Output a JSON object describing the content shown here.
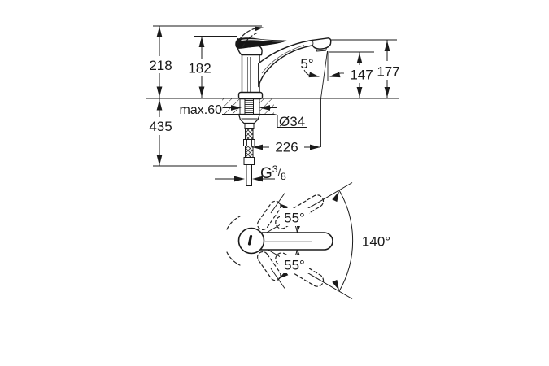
{
  "drawing": {
    "side_view": {
      "labels": {
        "total_height": "218",
        "handle_height": "182",
        "mounting_max": "max.60",
        "hole_diameter": "Ø34",
        "below_counter": "435",
        "projection": "226",
        "stream_angle": "5°",
        "outlet_height": "147",
        "spout_height": "177",
        "thread_g": "G",
        "thread_numerator": "3",
        "thread_slash": "/",
        "thread_denominator": "8"
      }
    },
    "top_view": {
      "labels": {
        "lever_angle_up": "55°",
        "lever_angle_down": "55°",
        "swivel_range": "140°"
      }
    },
    "colors": {
      "line": "#1a1a1a",
      "background": "#ffffff"
    }
  }
}
